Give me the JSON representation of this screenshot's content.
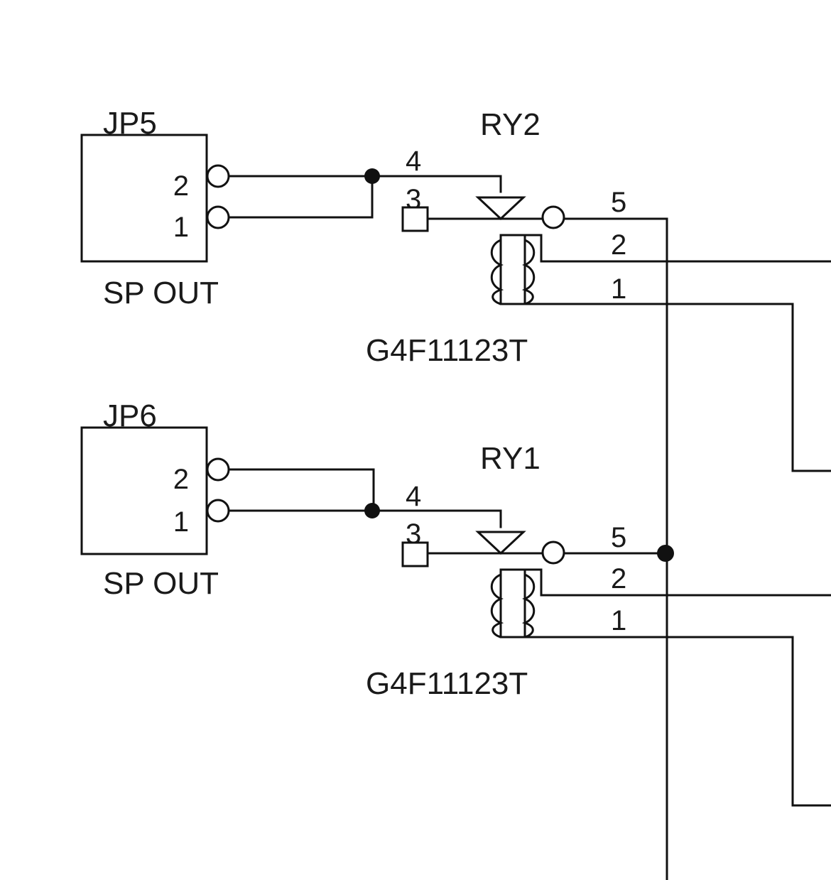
{
  "colors": {
    "ink": "#111111",
    "background": "#ffffff"
  },
  "connectors": [
    {
      "ref": "JP5",
      "value": "SP OUT",
      "pins": [
        "2",
        "1"
      ]
    },
    {
      "ref": "JP6",
      "value": "SP OUT",
      "pins": [
        "2",
        "1"
      ]
    }
  ],
  "relays": [
    {
      "ref": "RY2",
      "value": "G4F11123T",
      "pins": [
        "4",
        "3",
        "5",
        "2",
        "1"
      ]
    },
    {
      "ref": "RY1",
      "value": "G4F11123T",
      "pins": [
        "4",
        "3",
        "5",
        "2",
        "1"
      ]
    }
  ]
}
